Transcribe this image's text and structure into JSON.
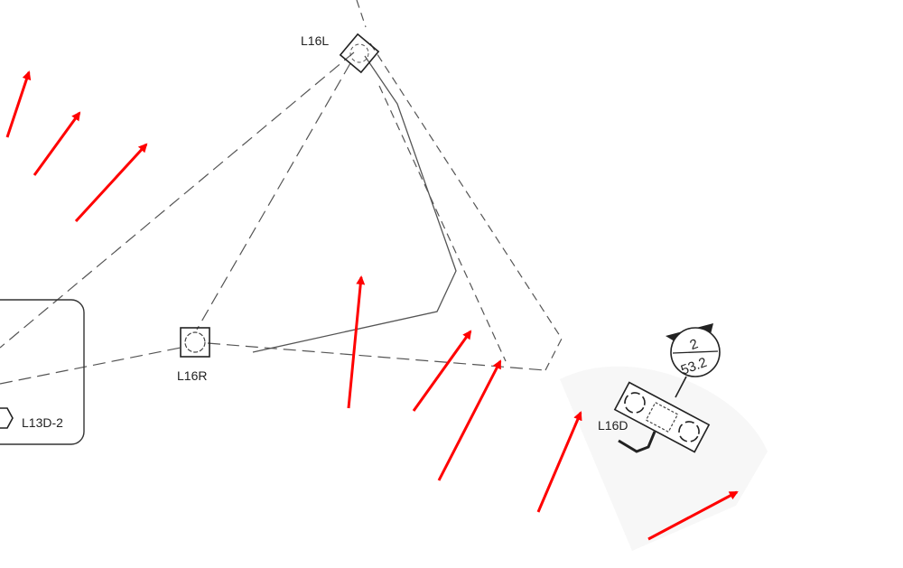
{
  "diagram": {
    "nodes": {
      "l16l": {
        "label": "L16L"
      },
      "l16r": {
        "label": "L16R"
      },
      "l13d2": {
        "label": "L13D-2"
      },
      "l16d": {
        "label": "L16D"
      }
    },
    "bubble": {
      "top": "2",
      "bottom": "53.2"
    }
  },
  "colors": {
    "arrow": "#ff0000",
    "line": "#555555",
    "symbol": "#222222"
  }
}
